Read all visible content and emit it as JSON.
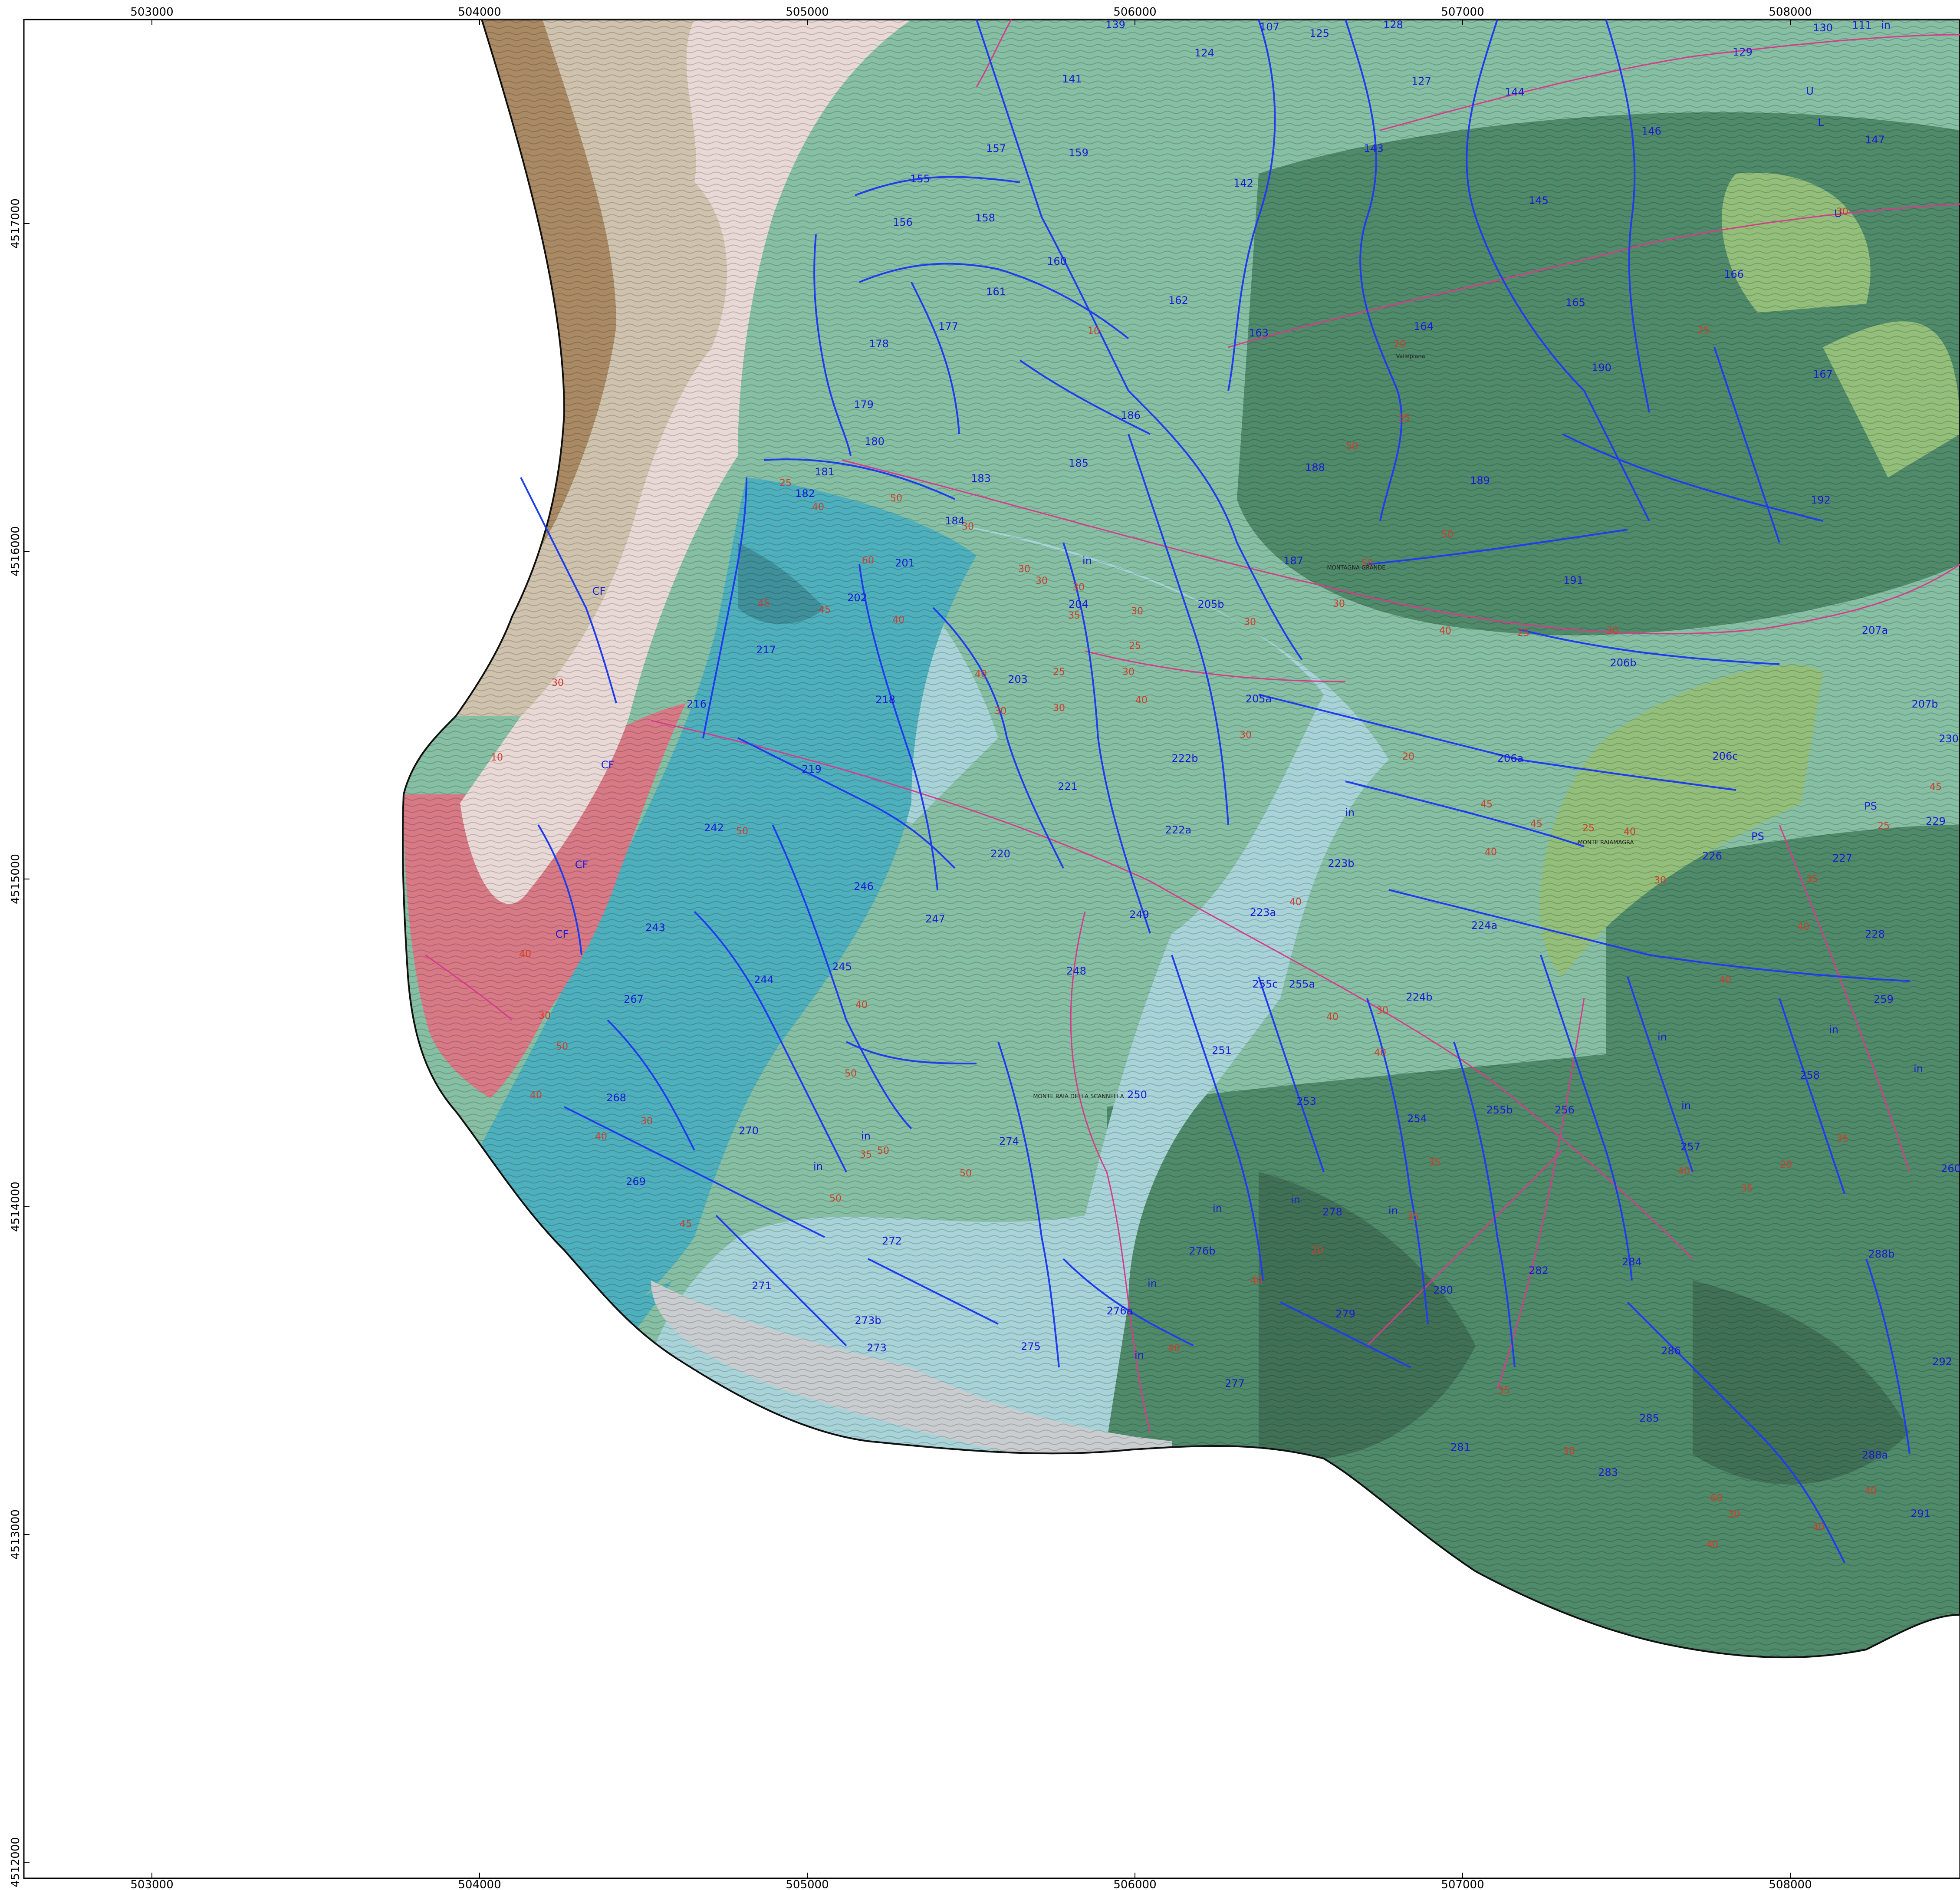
{
  "map": {
    "x_ticks": [
      "503000",
      "504000",
      "505000",
      "506000",
      "507000",
      "508000"
    ],
    "y_ticks": [
      "4517000",
      "4516000",
      "4515000",
      "4514000",
      "4513000",
      "4512000"
    ],
    "colors": {
      "brown_zone": "#a98a65",
      "tan_zone": "#cfc3ad",
      "pink_zone": "#d77a86",
      "teal_zone": "#4fb0bd",
      "light_teal_zone": "#a8d3d8",
      "green_zone": "#86bfa3",
      "dark_green_zone": "#4f8a6a",
      "olive_green_zone": "#93bf7b",
      "parcel_line": "#1f3df0",
      "road_line": "#d63c8c",
      "slope_label": "#d23c2a"
    },
    "place_names": [
      "MONTAGNA GRANDE",
      "MONTE RAIA DELLA SCANNELLA",
      "MONTE RAIAMAGRA",
      "Vallepiana"
    ],
    "parcels": [
      "107",
      "125",
      "128",
      "130",
      "111",
      "139",
      "124",
      "141",
      "127",
      "144",
      "129",
      "146",
      "147",
      "157",
      "159",
      "143",
      "155",
      "142",
      "145",
      "156",
      "158",
      "160",
      "166",
      "161",
      "162",
      "165",
      "177",
      "178",
      "163",
      "164",
      "190",
      "179",
      "186",
      "167",
      "180",
      "181",
      "185",
      "188",
      "189",
      "183",
      "182",
      "184",
      "192",
      "201",
      "187",
      "191",
      "202",
      "204",
      "205b",
      "217",
      "207a",
      "203",
      "218",
      "206b",
      "216",
      "205a",
      "221",
      "222b",
      "206a",
      "206c",
      "219",
      "207b",
      "242",
      "222a",
      "229",
      "220",
      "223b",
      "226",
      "227",
      "246",
      "247",
      "249",
      "223a",
      "224a",
      "228",
      "243",
      "245",
      "248",
      "244",
      "255c",
      "255a",
      "224b",
      "267",
      "259",
      "251",
      "250",
      "268",
      "253",
      "256",
      "270",
      "274",
      "254",
      "255b",
      "257",
      "269",
      "276b",
      "278",
      "272",
      "271",
      "284",
      "282",
      "288b",
      "276a",
      "279",
      "280",
      "273b",
      "273",
      "275",
      "277",
      "286",
      "292",
      "281",
      "285",
      "288a",
      "283",
      "291",
      "258",
      "260",
      "230"
    ],
    "labels": {
      "in": "in",
      "cf": "CF",
      "ps": "PS",
      "u": "U",
      "l": "L"
    },
    "slope_values": [
      "10",
      "20",
      "25",
      "30",
      "35",
      "40",
      "45",
      "50",
      "60"
    ]
  }
}
